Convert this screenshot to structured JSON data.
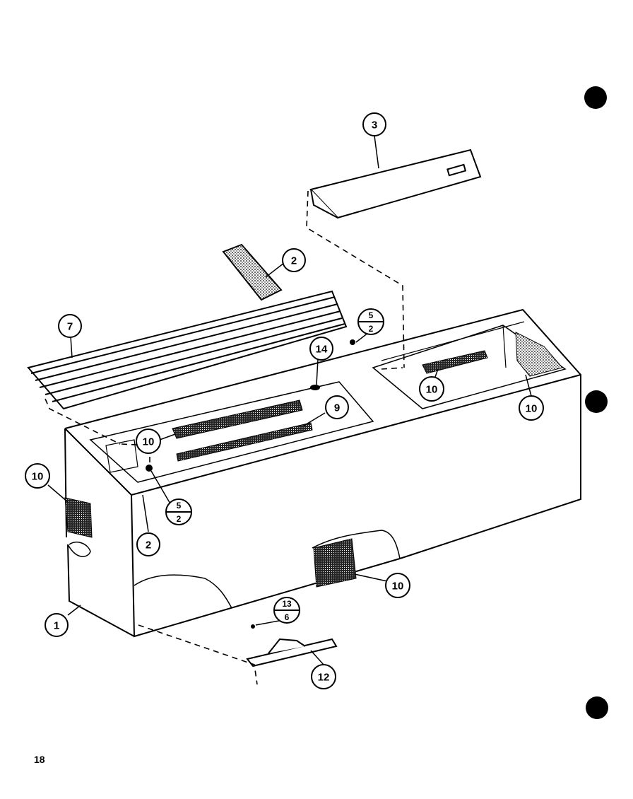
{
  "diagram": {
    "callouts": [
      {
        "id": "c3",
        "text": "3"
      },
      {
        "id": "c2a",
        "text": "2"
      },
      {
        "id": "c7",
        "text": "7"
      },
      {
        "id": "c14",
        "text": "14"
      },
      {
        "id": "c9",
        "text": "9"
      },
      {
        "id": "c10a",
        "text": "10"
      },
      {
        "id": "c10b",
        "text": "10"
      },
      {
        "id": "c10c",
        "text": "10"
      },
      {
        "id": "c10d",
        "text": "10"
      },
      {
        "id": "c10e",
        "text": "10"
      },
      {
        "id": "c2b",
        "text": "2"
      },
      {
        "id": "c1",
        "text": "1"
      },
      {
        "id": "c12",
        "text": "12"
      }
    ],
    "fractions": [
      {
        "id": "f52a",
        "top": "5",
        "bottom": "2"
      },
      {
        "id": "f52b",
        "top": "5",
        "bottom": "2"
      },
      {
        "id": "f136",
        "top": "13",
        "bottom": "6"
      }
    ]
  },
  "page": {
    "number": "18"
  }
}
